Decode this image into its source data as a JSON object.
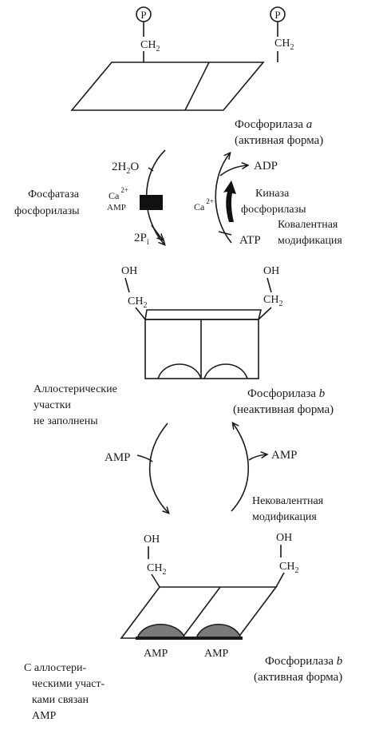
{
  "top": {
    "p_label": "P",
    "ch2": "CH",
    "sub2": "2",
    "name_line1": "Фосфорилаза ",
    "name_letter": "a",
    "name_line2": "(активная форма)"
  },
  "covalent": {
    "h2o_pre": "2H",
    "h2o_sub": "2",
    "h2o_post": "O",
    "phosphatase_line1": "Фосфатаза",
    "phosphatase_line2": "фосфорилазы",
    "ca_left": "Ca",
    "ca_sup": "2+",
    "amp_small": "AMP",
    "pi_pre": "2P",
    "pi_sub": "i",
    "adp": "ADP",
    "ca_right": "Ca",
    "kinase_line1": "Киназа",
    "kinase_line2": "фосфорилазы",
    "atp": "ATP",
    "mod_line1": "Ковалентная",
    "mod_line2": "модификация"
  },
  "middle": {
    "oh": "OH",
    "ch2": "CH",
    "sub2": "2",
    "allo_line1": "Аллостерические",
    "allo_line2": "участки",
    "allo_line3": "не заполнены",
    "name_line1": "Фосфорилаза ",
    "name_letter": "b",
    "name_line2": "(неактивная форма)"
  },
  "noncovalent": {
    "amp_in": "AMP",
    "amp_out": "AMP",
    "mod_line1": "Нековалентная",
    "mod_line2": "модификация"
  },
  "bottom": {
    "oh": "OH",
    "ch2": "CH",
    "sub2": "2",
    "amp_site1": "AMP",
    "amp_site2": "AMP",
    "bound_line1": "С аллостери-",
    "bound_line2": "ческими участ-",
    "bound_line3": "ками связан",
    "bound_line4": "АМР",
    "name_line1": "Фосфорилаза ",
    "name_letter": "b",
    "name_line2": "(активная форма)"
  }
}
